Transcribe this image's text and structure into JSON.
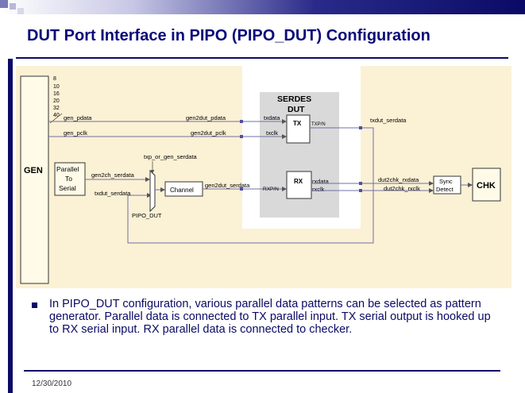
{
  "slide": {
    "title": "DUT Port Interface in PIPO (PIPO_DUT) Configuration",
    "bullet": "In PIPO_DUT configuration, various parallel data patterns can be selected as pattern generator. Parallel data is connected to TX parallel input. TX serial output is hooked up to RX serial input. RX parallel data is connected to checker.",
    "date": "12/30/2010"
  },
  "diagram": {
    "gen": "GEN",
    "widths": [
      "8",
      "10",
      "16",
      "20",
      "32",
      "40"
    ],
    "gen_pdata": "gen_pdata",
    "gen_pclk": "gen_pclk",
    "p2s_lines": [
      "Parallel",
      "To",
      "Serial"
    ],
    "gen2ch_serdata": "gen2ch_serdata",
    "txdut_serdata_in": "txdut_serdata",
    "txp_or_gen_serdata": "txp_or_gen_serdata",
    "pipo_dut": "PIPO_DUT",
    "channel": "Channel",
    "gen2dut_pdata": "gen2dut_pdata",
    "gen2dut_pclk": "gen2dut_pclk",
    "gen2dut_serdata": "gen2dut_serdata",
    "serdes_line1": "SERDES",
    "serdes_line2": "DUT",
    "tx": "TX",
    "rx": "RX",
    "txdata": "txdata",
    "txclk": "txclk",
    "txp_n": "TXP/N",
    "rxp_n": "RXP/N",
    "rxdata": "rxdata",
    "rxclk": "rxclk",
    "txdut_serdata_out": "txdut_serdata",
    "dut2chk_rxdata": "dut2chk_rxdata",
    "dut2chk_rxclk": "dut2chk_rxclk",
    "sync_lines": [
      "Sync",
      "Detect"
    ],
    "chk": "CHK"
  },
  "colors": {
    "accent": "#0a0a66",
    "panel": "#fbf1d4",
    "serdes_fill": "#d9d9d9",
    "white_region": "#ffffff",
    "wire": "#7070a8"
  }
}
